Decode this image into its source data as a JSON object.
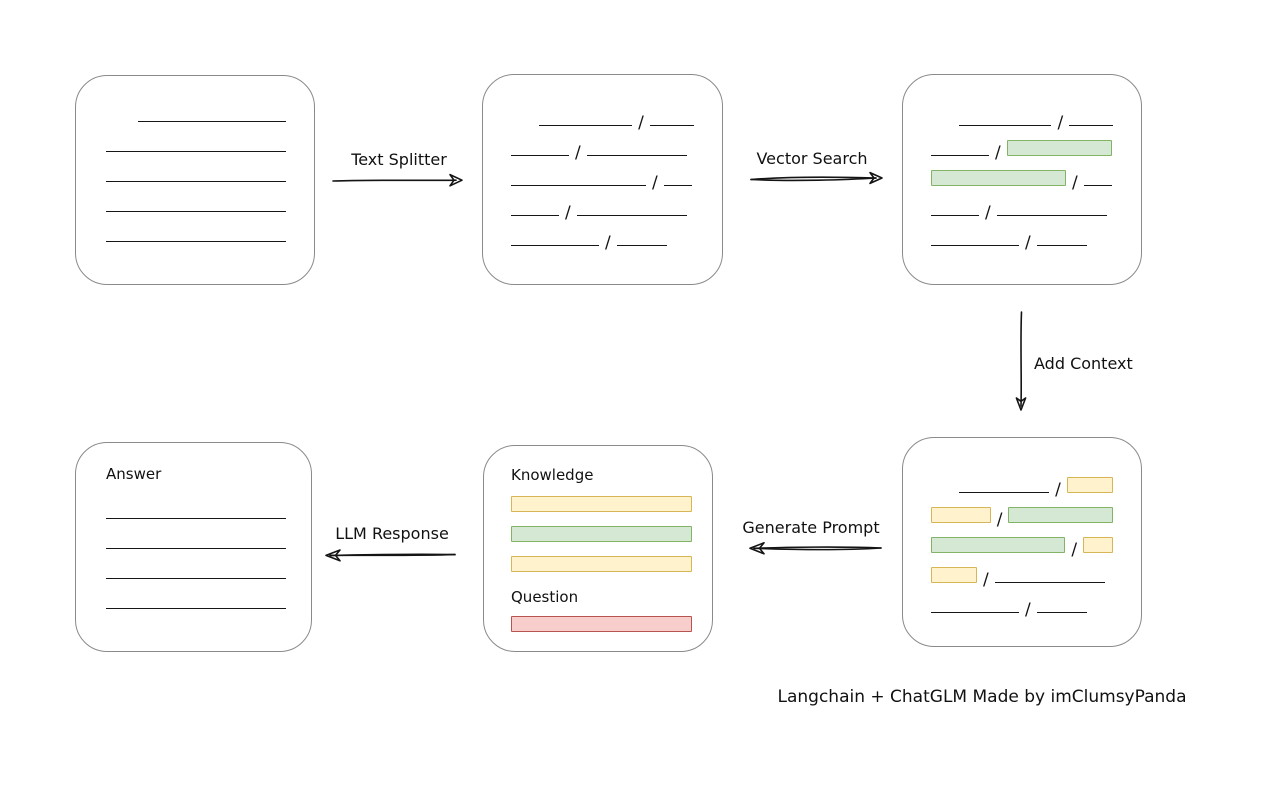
{
  "diagram": {
    "caption": "Langchain + ChatGLM Made by imClumsyPanda",
    "slash": "/",
    "colors": {
      "green_fill": "#d5e8d4",
      "green_border": "#82b366",
      "yellow_fill": "#fff2cc",
      "yellow_border": "#d6b656",
      "red_fill": "#f8cecc",
      "red_border": "#b85450"
    },
    "arrows": {
      "text_splitter": {
        "label": "Text Splitter"
      },
      "vector_search": {
        "label": "Vector Search"
      },
      "add_context": {
        "label": "Add Context"
      },
      "generate_prompt": {
        "label": "Generate Prompt"
      },
      "llm_response": {
        "label": "LLM Response"
      }
    },
    "boxes": {
      "source_document": {
        "lines": [
          {
            "w": 148,
            "indent": 32
          },
          {
            "w": 180
          },
          {
            "w": 180
          },
          {
            "w": 180
          },
          {
            "w": 180
          }
        ]
      },
      "split_chunks": {
        "rows": [
          {
            "indent": 28,
            "segs": [
              {
                "t": "line",
                "w": 95
              },
              {
                "t": "slash"
              },
              {
                "t": "line",
                "w": 45
              }
            ]
          },
          {
            "segs": [
              {
                "t": "line",
                "w": 58
              },
              {
                "t": "slash"
              },
              {
                "t": "line",
                "w": 100
              }
            ]
          },
          {
            "segs": [
              {
                "t": "line",
                "w": 135
              },
              {
                "t": "slash"
              },
              {
                "t": "line",
                "w": 28
              }
            ]
          },
          {
            "segs": [
              {
                "t": "line",
                "w": 48
              },
              {
                "t": "slash"
              },
              {
                "t": "line",
                "w": 110
              }
            ]
          },
          {
            "segs": [
              {
                "t": "line",
                "w": 88
              },
              {
                "t": "slash"
              },
              {
                "t": "line",
                "w": 50
              }
            ]
          }
        ]
      },
      "matched_chunks": {
        "rows": [
          {
            "indent": 28,
            "segs": [
              {
                "t": "line",
                "w": 95
              },
              {
                "t": "slash"
              },
              {
                "t": "line",
                "w": 45
              }
            ]
          },
          {
            "segs": [
              {
                "t": "line",
                "w": 58
              },
              {
                "t": "slash"
              },
              {
                "t": "bar-green",
                "w": 105
              }
            ]
          },
          {
            "segs": [
              {
                "t": "bar-green",
                "w": 135
              },
              {
                "t": "slash"
              },
              {
                "t": "line",
                "w": 28
              }
            ]
          },
          {
            "segs": [
              {
                "t": "line",
                "w": 48
              },
              {
                "t": "slash"
              },
              {
                "t": "line",
                "w": 110
              }
            ]
          },
          {
            "segs": [
              {
                "t": "line",
                "w": 88
              },
              {
                "t": "slash"
              },
              {
                "t": "line",
                "w": 50
              }
            ]
          }
        ]
      },
      "context_chunks": {
        "rows": [
          {
            "indent": 28,
            "segs": [
              {
                "t": "line",
                "w": 92
              },
              {
                "t": "slash"
              },
              {
                "t": "bar-yellow",
                "w": 47
              }
            ]
          },
          {
            "segs": [
              {
                "t": "bar-yellow",
                "w": 60
              },
              {
                "t": "slash"
              },
              {
                "t": "bar-green",
                "w": 105
              }
            ]
          },
          {
            "segs": [
              {
                "t": "bar-green",
                "w": 135
              },
              {
                "t": "slash"
              },
              {
                "t": "bar-yellow",
                "w": 30
              }
            ]
          },
          {
            "segs": [
              {
                "t": "bar-yellow",
                "w": 46
              },
              {
                "t": "slash"
              },
              {
                "t": "line",
                "w": 110
              }
            ]
          },
          {
            "segs": [
              {
                "t": "line",
                "w": 88
              },
              {
                "t": "slash"
              },
              {
                "t": "line",
                "w": 50
              }
            ]
          }
        ]
      },
      "prompt": {
        "knowledge_label": "Knowledge",
        "question_label": "Question",
        "knowledge_bars": [
          {
            "segs": [
              {
                "t": "bar-yellow",
                "w": 183
              }
            ]
          },
          {
            "segs": [
              {
                "t": "bar-green",
                "w": 183
              }
            ]
          },
          {
            "segs": [
              {
                "t": "bar-yellow",
                "w": 183
              }
            ]
          }
        ],
        "question_bars": [
          {
            "segs": [
              {
                "t": "bar-red",
                "w": 183
              }
            ]
          }
        ]
      },
      "answer": {
        "label": "Answer",
        "lines": [
          {
            "w": 180
          },
          {
            "w": 180
          },
          {
            "w": 180
          },
          {
            "w": 180
          }
        ]
      }
    }
  }
}
